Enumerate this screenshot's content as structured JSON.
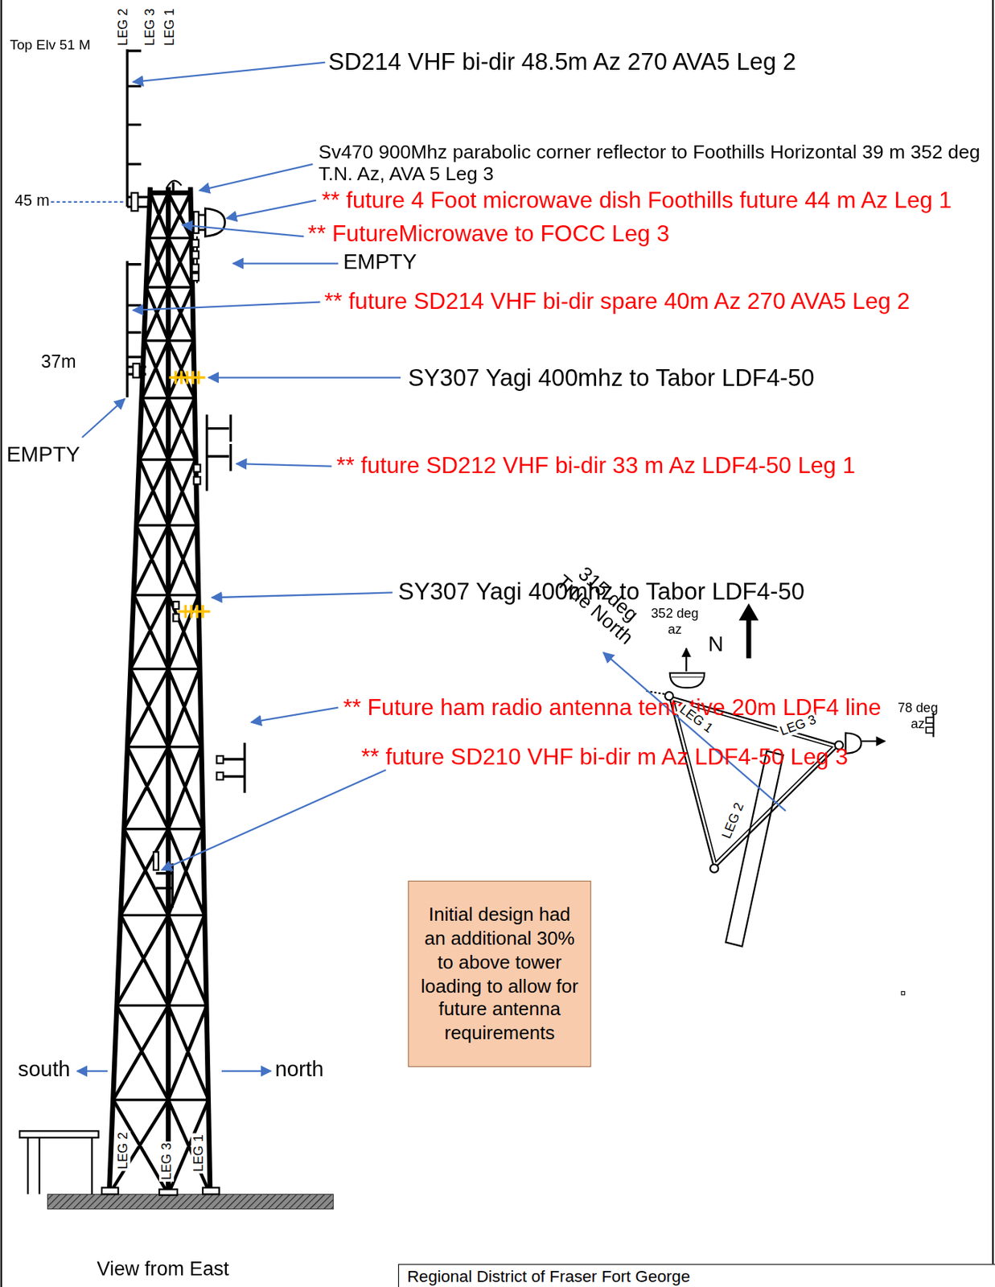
{
  "diagram": {
    "caption": "View from East",
    "nodes": [
      {
        "text": [
          "Initial design had an additional 30% to above tower loading to allow for future antenna requirements"
        ]
      },
      {
        "text": [
          "Regional District of Fraser Fort George"
        ]
      }
    ],
    "labels": [
      "LEG 2",
      "LEG 3",
      "LEG 1",
      "Top Elv 51 M",
      "SD214 VHF bi-dir 48.5m Az 270 AVA5 Leg 2",
      "Sv470 900Mhz parabolic corner reflector to Foothills Horizontal 39 m 352 deg T.N. Az, AVA 5 Leg 3",
      "45 m",
      "** future 4 Foot microwave dish Foothills future 44 m Az Leg 1",
      "** FutureMicrowave to FOCC Leg 3",
      "EMPTY",
      "** future SD214 VHF bi-dir spare 40m Az 270 AVA5 Leg 2",
      "37m",
      "SY307 Yagi 400mhz to Tabor LDF4-50",
      "EMPTY",
      "** future SD212 VHF bi-dir 33 m Az LDF4-50 Leg 1",
      "SY307 Yagi 400mhz to Tabor LDF4-50",
      "** Future ham radio antenna tentative 20m LDF4 line",
      "** future SD210 VHF bi-dir m Az LDF4-50 Leg 3",
      "352 deg az",
      "N",
      "315 deg True North",
      "78 deg az",
      "LEG 1",
      "LEG 3",
      "LEG 2",
      "south",
      "north",
      "LEG 2",
      "LEG 3",
      "LEG 1"
    ]
  }
}
